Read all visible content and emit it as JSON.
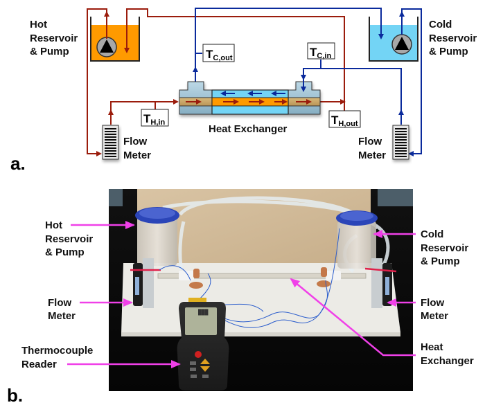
{
  "panel_a": {
    "tag": "a.",
    "labels": {
      "hot_reservoir": [
        "Hot",
        "Reservoir",
        "& Pump"
      ],
      "cold_reservoir": [
        "Cold",
        "Reservoir",
        "& Pump"
      ],
      "flow_meter_left": [
        "Flow",
        "Meter"
      ],
      "flow_meter_right": [
        "Flow",
        "Meter"
      ],
      "heat_exchanger": "Heat Exchanger"
    },
    "sensors": {
      "t_c_out": {
        "main": "T",
        "sub": "C,out"
      },
      "t_c_in": {
        "main": "T",
        "sub": "C,in"
      },
      "t_h_in": {
        "main": "T",
        "sub": "H,in"
      },
      "t_h_out": {
        "main": "T",
        "sub": "H,out"
      }
    },
    "colors": {
      "hot_line": "#9b1c0c",
      "cold_line": "#0a2a9c",
      "hot_fluid": "#ff9a00",
      "cold_fluid": "#73d4f5",
      "shell_tan": "#c9a86a",
      "shell_blue": "#9ec4d6"
    }
  },
  "panel_b": {
    "tag": "b.",
    "callouts": {
      "hot_reservoir": [
        "Hot",
        "Reservoir",
        "& Pump"
      ],
      "cold_reservoir": [
        "Cold",
        "Reservoir",
        "& Pump"
      ],
      "flow_meter_left": [
        "Flow",
        "Meter"
      ],
      "flow_meter_right": [
        "Flow",
        "Meter"
      ],
      "thermocouple_reader": [
        "Thermocouple",
        "Reader"
      ],
      "heat_exchanger": [
        "Heat",
        "Exchanger"
      ]
    },
    "colors": {
      "callout_arrow": "#f040e8"
    }
  }
}
